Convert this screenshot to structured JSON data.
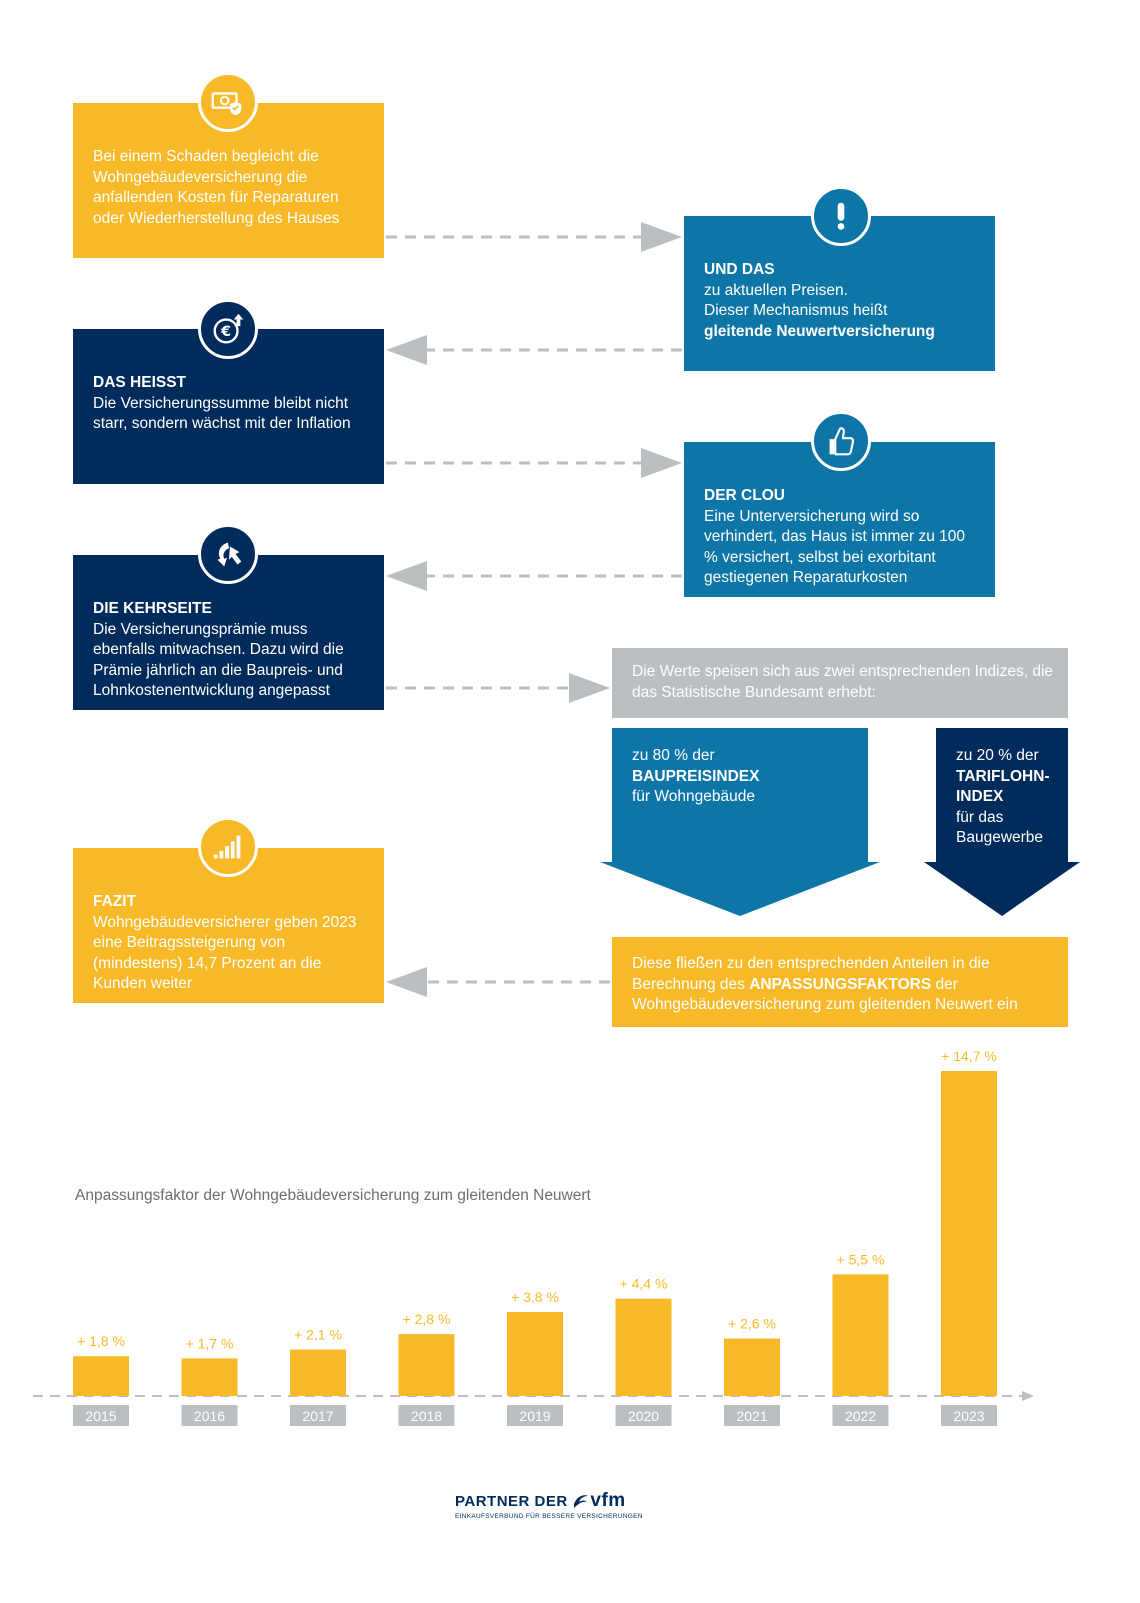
{
  "boxes": {
    "schaden": {
      "text": "Bei einem Schaden begleicht die Wohngebäudeversicherung die anfallenden Kosten für Reparaturen oder Wiederherstellung des Hauses"
    },
    "und_das": {
      "title": "UND DAS",
      "line1": "zu aktuellen Preisen.",
      "line2": "Dieser Mechanismus heißt",
      "bold": "gleitende Neuwertversicherung"
    },
    "das_heisst": {
      "title": "DAS HEISST",
      "text": "Die Versicherungssumme bleibt nicht starr, sondern wächst mit der Inflation"
    },
    "der_clou": {
      "title": "DER CLOU",
      "text": "Eine Unterversicherung wird so verhindert, das Haus ist immer zu 100 % versichert, selbst bei exorbitant gestiegenen Reparaturkosten"
    },
    "kehrseite": {
      "title": "DIE KEHRSEITE",
      "text": "Die Versicherungsprämie muss ebenfalls mitwachsen. Dazu wird die Prämie jährlich an die Baupreis- und Lohnkostenentwicklung angepasst"
    },
    "werte": {
      "text": "Die Werte speisen sich aus zwei entsprechenden Indizes, die das Statistische Bundesamt erhebt:"
    },
    "baupreis": {
      "line1": "zu 80 % der",
      "bold": "BAUPREISINDEX",
      "line2": "für Wohngebäude"
    },
    "tariflohn": {
      "line1": "zu 20 % der",
      "bold1": "TARIFLOHN-",
      "bold2": "INDEX",
      "line2": "für das",
      "line3": "Baugewerbe"
    },
    "fazit": {
      "title": "FAZIT",
      "text": "Wohngebäudeversicherer geben 2023 eine Beitragssteigerung von (mindestens) 14,7 Prozent an die Kunden weiter"
    },
    "fliessen": {
      "pre": "Diese fließen zu den entsprechenden Anteilen in die Berechnung des ",
      "bold": "ANPASSUNGSFAKTORS",
      "post": " der Wohngebäudeversicherung zum gleitenden Neuwert ein"
    }
  },
  "icons": [
    "money-shield-icon",
    "exclamation-icon",
    "euro-up-icon",
    "thumbs-up-icon",
    "turn-arrow-icon",
    "signal-bars-icon"
  ],
  "colors": {
    "yellow": "#f8b928",
    "navy": "#002b5a",
    "blue": "#0e76a7",
    "grey": "#bcbfc1",
    "arrow": "#bcbfc1"
  },
  "chart_data": {
    "type": "bar",
    "title": "Anpassungsfaktor der Wohngebäudeversicherung zum gleitenden Neuwert",
    "categories": [
      "2015",
      "2016",
      "2017",
      "2018",
      "2019",
      "2020",
      "2021",
      "2022",
      "2023"
    ],
    "values": [
      1.8,
      1.7,
      2.1,
      2.8,
      3.8,
      4.4,
      2.6,
      5.5,
      14.7
    ],
    "labels": [
      "+ 1,8 %",
      "+ 1,7 %",
      "+ 2,1 %",
      "+ 2,8 %",
      "+ 3,8 %",
      "+ 4,4 %",
      "+ 2,6 %",
      "+ 5,5 %",
      "+ 14,7 %"
    ],
    "ylim": [
      0,
      14.7
    ],
    "grid": false,
    "legend": "none",
    "bar_color": "#f8b928"
  },
  "footer": {
    "partner": "PARTNER DER",
    "brand": "vfm",
    "tagline": "EINKAUFSVERBUND FÜR BESSERE VERSICHERUNGEN"
  }
}
